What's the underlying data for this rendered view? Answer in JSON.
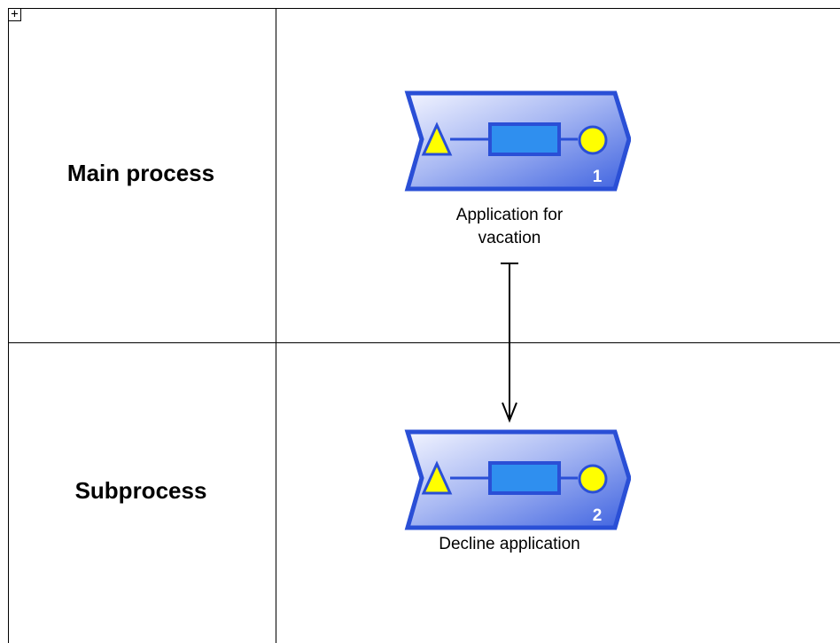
{
  "expand_toggle": "+",
  "lanes": [
    {
      "label": "Main process"
    },
    {
      "label": "Subprocess"
    }
  ],
  "processes": [
    {
      "number": "1",
      "caption_line1": "Application for",
      "caption_line2": "vacation",
      "icon": "process-interface-icon"
    },
    {
      "number": "2",
      "caption_line1": "Decline application",
      "icon": "process-interface-icon"
    }
  ],
  "colors": {
    "shape_fill_light": "#f2f4ff",
    "shape_fill_dark": "#3f63e0",
    "shape_border": "#2a4fd6",
    "function_box": "#2f8fef",
    "event_yellow": "#ffff00",
    "connector": "#000000"
  }
}
